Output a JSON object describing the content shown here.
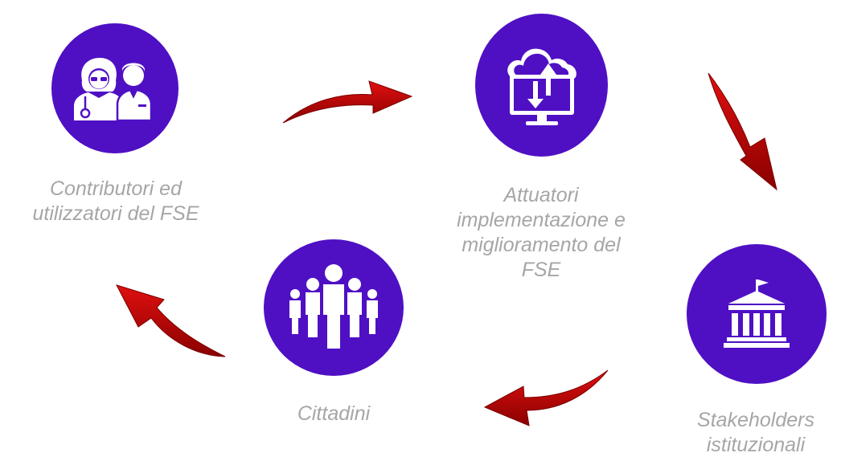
{
  "colors": {
    "circle": "#4f10c4",
    "arrow": "#c00000",
    "label": "#a6a6a6",
    "icon": "#ffffff"
  },
  "nodes": [
    {
      "id": "contributori",
      "icon": "doctors-icon",
      "lines": [
        "Contributori ed",
        "utilizzatori del FSE"
      ]
    },
    {
      "id": "attuatori",
      "icon": "cloud-monitor-sync-icon",
      "lines": [
        "Attuatori",
        "implementazione e",
        "miglioramento del",
        "FSE"
      ]
    },
    {
      "id": "stakeholders",
      "icon": "institution-building-icon",
      "lines": [
        "Stakeholders",
        "istituzionali"
      ]
    },
    {
      "id": "cittadini",
      "icon": "people-group-icon",
      "lines": [
        "Cittadini"
      ]
    }
  ]
}
